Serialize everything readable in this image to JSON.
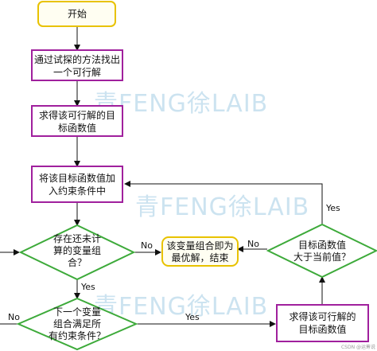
{
  "colors": {
    "start_border": "#e8c200",
    "start_fill": "#fffef2",
    "process_border": "#a0209d",
    "decision_border": "#3daa3a",
    "edge": "#111111",
    "watermark": "#8fc2e0"
  },
  "nodes": {
    "start": "开始",
    "trial": [
      "通过试探的方法找出",
      "一个可行解"
    ],
    "objective": [
      "求得该可行解的目",
      "标函数值"
    ],
    "add_constraint": [
      "将该目标函数值加",
      "入约束条件中"
    ],
    "decision_unexplored": [
      "存在还未计",
      "算的变量组",
      "合？"
    ],
    "result": [
      "该变量组合即为",
      "最优解，结束"
    ],
    "decision_compare": [
      "目标函数值",
      "大于当前值？"
    ],
    "decision_next": [
      "下一个变量",
      "组合满足所",
      "有约束条件？"
    ],
    "objective_again": [
      "求得该可行解的",
      "目标函数值"
    ]
  },
  "edge_labels": {
    "no_to_result": "No",
    "yes_down": "Yes",
    "compare_yes": "Yes",
    "compare_no": "No",
    "next_no": "No",
    "next_yes": "Yes"
  },
  "watermark": {
    "text": "青FENG徐LAIB",
    "icon": "watermark-logo-icon"
  },
  "credit": "CSDN @运筹说"
}
